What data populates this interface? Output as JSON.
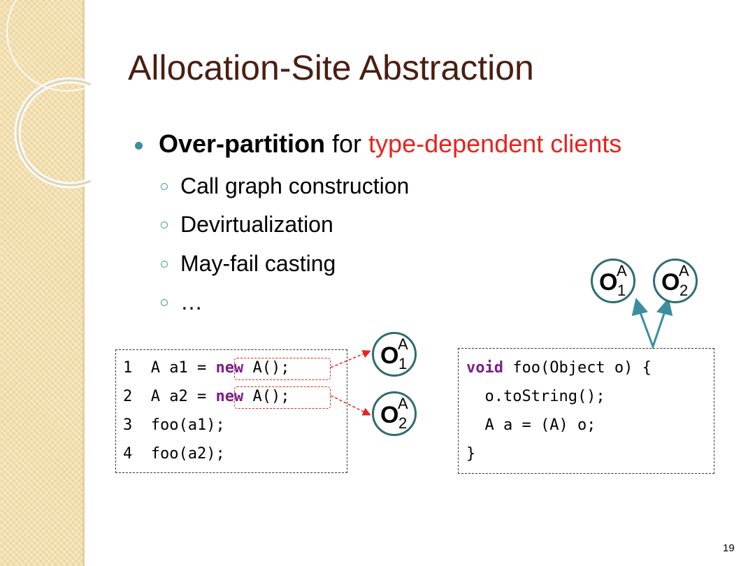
{
  "slide": {
    "title": "Allocation-Site Abstraction",
    "bullet": {
      "bold": "Over-partition",
      "mid": " for ",
      "highlight": "type-dependent clients"
    },
    "sub_bullets": [
      "Call graph construction",
      "Devirtualization",
      "May-fail casting",
      "…"
    ],
    "page_number": "19"
  },
  "left_code": {
    "lines": [
      {
        "num": "1",
        "pre": "  A a1 = ",
        "kw": "new",
        "post": " A();"
      },
      {
        "num": "2",
        "pre": "  A a2 = ",
        "kw": "new",
        "post": " A();"
      },
      {
        "num": "3",
        "pre": "  foo(a1);",
        "kw": "",
        "post": ""
      },
      {
        "num": "4",
        "pre": "  foo(a2);",
        "kw": "",
        "post": ""
      }
    ]
  },
  "right_code": {
    "line1_kw": "void",
    "line1_rest": " foo(Object o) {",
    "line2": "  o.toString();",
    "line3": "  A a = (A) o;",
    "line4": "}"
  },
  "objects": {
    "letter": "O",
    "type": "A",
    "index1": "1",
    "index2": "2"
  },
  "colors": {
    "title": "#4a1e10",
    "accent_red": "#e8231e",
    "bullet_teal": "#3a8ea0",
    "keyword": "#7b1f8a",
    "object_border": "#2e6d72"
  }
}
